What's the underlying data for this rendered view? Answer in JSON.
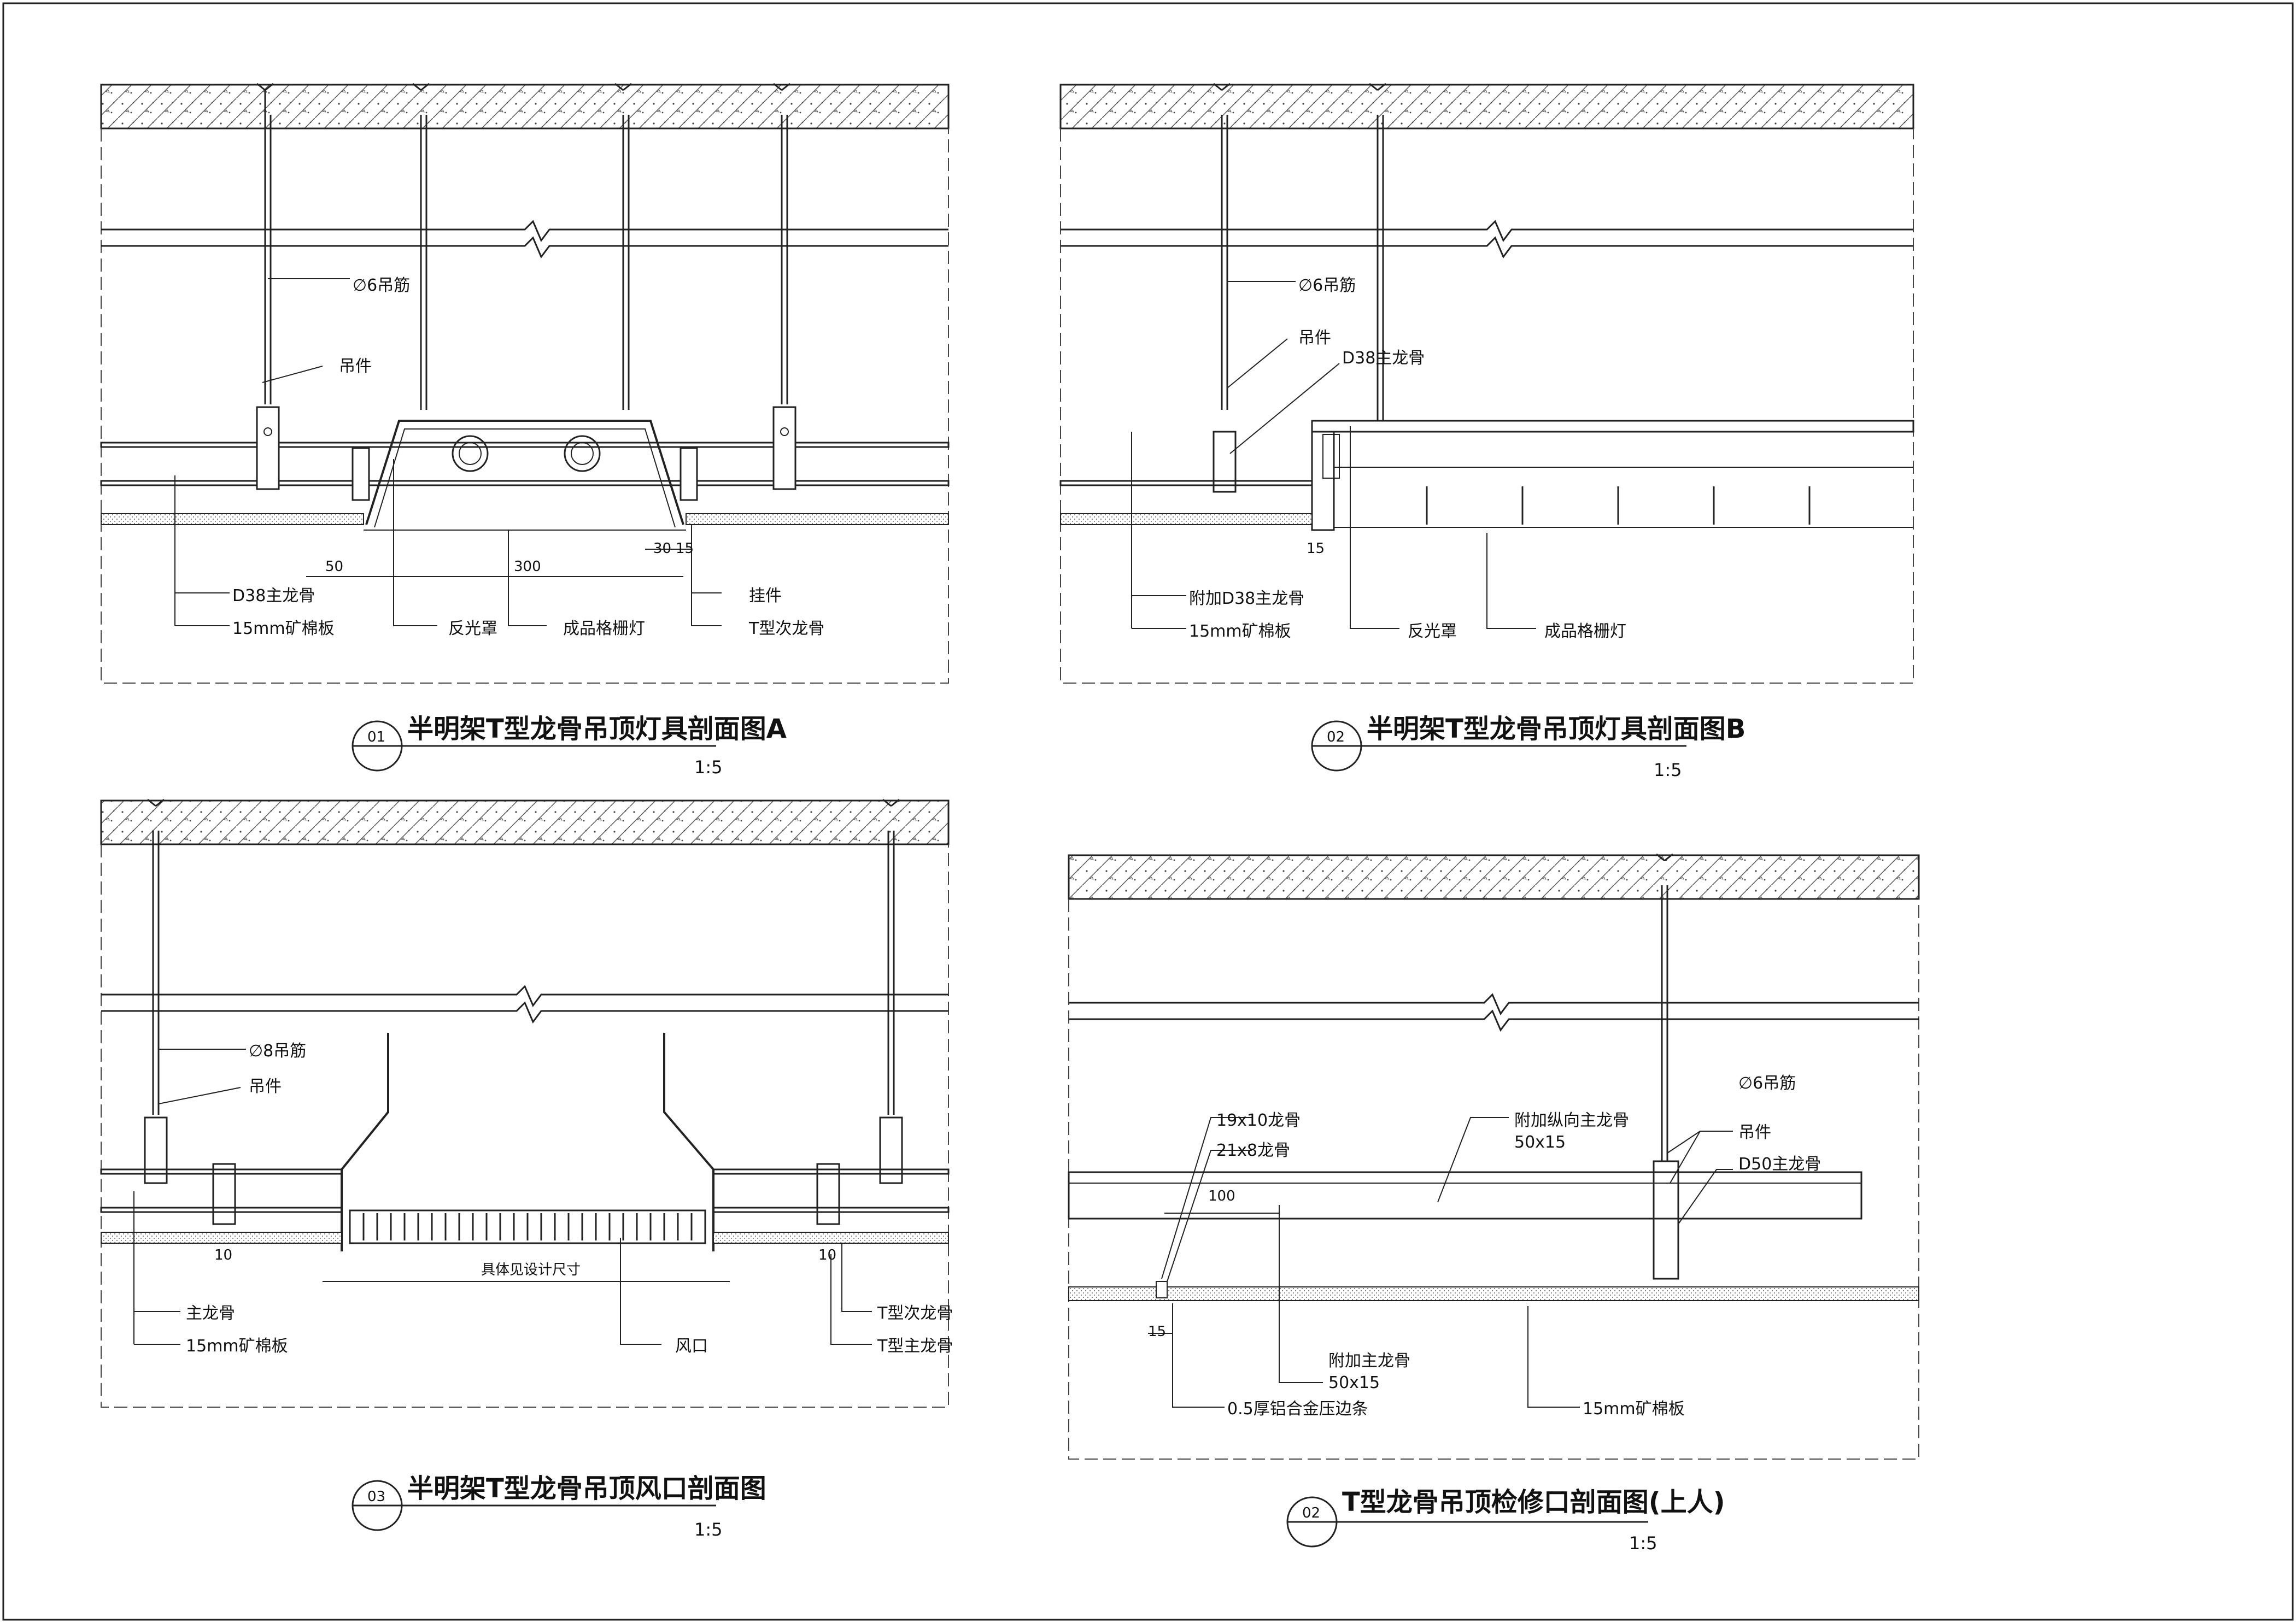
{
  "drawing": {
    "panel1": {
      "circle_no": "01",
      "title": "半明架T型龙骨吊顶灯具剖面图A",
      "scale": "1:5",
      "labels": {
        "rod": "∅6吊筋",
        "hanger": "吊件",
        "main_keel": "D38主龙骨",
        "board": "15mm矿棉板",
        "reflector": "反光罩",
        "grille_lamp": "成品格栅灯",
        "clip": "挂件",
        "t_sub": "T型次龙骨"
      },
      "dims": {
        "d50": "50",
        "d300": "300",
        "d30": "30",
        "d15": "15"
      }
    },
    "panel2": {
      "circle_no": "02",
      "title": "半明架T型龙骨吊顶灯具剖面图B",
      "scale": "1:5",
      "labels": {
        "rod": "∅6吊筋",
        "hanger": "吊件",
        "main_keel": "D38主龙骨",
        "extra_keel": "附加D38主龙骨",
        "board": "15mm矿棉板",
        "reflector": "反光罩",
        "grille_lamp": "成品格栅灯"
      },
      "dims": {
        "d15": "15"
      }
    },
    "panel3": {
      "circle_no": "03",
      "title": "半明架T型龙骨吊顶风口剖面图",
      "scale": "1:5",
      "labels": {
        "rod": "∅8吊筋",
        "hanger": "吊件",
        "main_keel": "主龙骨",
        "board": "15mm矿棉板",
        "vent": "风口",
        "t_sub": "T型次龙骨",
        "t_main": "T型主龙骨"
      },
      "dims": {
        "d10a": "10",
        "d10b": "10",
        "design": "具体见设计尺寸"
      }
    },
    "panel4": {
      "circle_no": "02",
      "title": "T型龙骨吊顶检修口剖面图(上人)",
      "scale": "1:5",
      "labels": {
        "k19": "19x10龙骨",
        "k21": "21x8龙骨",
        "extra_long_a": "附加纵向主龙骨",
        "extra_long_b": "50x15",
        "rod": "∅6吊筋",
        "hanger": "吊件",
        "d50": "D50主龙骨",
        "extra_main_a": "附加主龙骨",
        "extra_main_b": "50x15",
        "edge": "0.5厚铝合金压边条",
        "board": "15mm矿棉板"
      },
      "dims": {
        "d100": "100",
        "d15": "15"
      }
    }
  }
}
